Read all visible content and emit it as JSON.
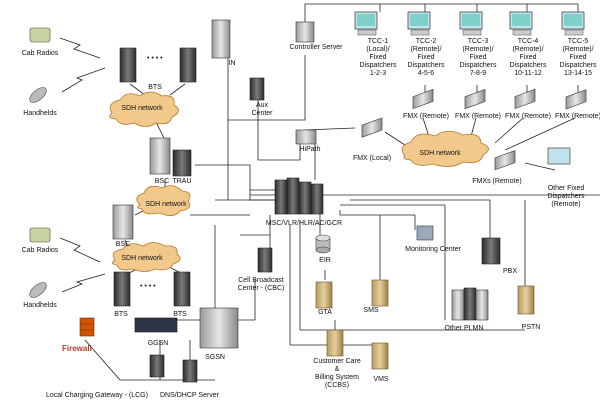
{
  "labels": {
    "cab_radios_top": "Cab Radios",
    "handhelds_top": "Handhelds",
    "cab_radios_bottom": "Cab Radios",
    "handhelds_bottom": "Handhelds",
    "bts_top": "BTS",
    "bts_bottom_left": "BTS",
    "bts_bottom_right": "BTS",
    "sdh_top": "SDH network",
    "sdh_mid": "SDH network",
    "sdh_bottom": "SDH network",
    "sdh_right": "SDH network",
    "bsc_top": "BSC",
    "trau": "TRAU",
    "bsc_bottom": "BSC",
    "in": "IN",
    "controller_server": "Controller Server",
    "aux_center": "Aux\nCenter",
    "hipath": "HiPath",
    "fmx_local": "FMX (Local)",
    "fmxs_remote": "FMXs (Remote)",
    "other_fixed": "Other Fixed\nDispatchers\n(Remote)",
    "msc": "MSC/VLR/HLR/AC/GCR",
    "eir": "EIR",
    "monitoring_center": "Monitoring Center",
    "pbx": "PBX",
    "cbc": "Cell Broadcast\nCenter - (CBC)",
    "gta": "GTA",
    "sms": "SMS",
    "other_plmn": "Other PLMN",
    "pstn": "PSTN",
    "firewall": "Firewall",
    "ggsn": "GGSN",
    "sgsn": "SGSN",
    "customer_care": "Customer Care\n&\nBilling System\n(CCBS)",
    "vms": "VMS",
    "lcg": "Local Charging Gateway - (LCG)",
    "dns": "DNS/DHCP Server",
    "dots_top": "• • • •",
    "dots_bottom": "• • • •"
  },
  "tcc": [
    {
      "label": "TCC-1\n(Local)/\nFixed\nDispatchers\n1-2-3",
      "fmx": ""
    },
    {
      "label": "TCC-2\n(Remote)/\nFixed\nDispatchers\n4-5-6",
      "fmx": "FMX (Remote)"
    },
    {
      "label": "TCC-3\n(Remote)/\nFixed\nDispatchers\n7-8-9",
      "fmx": "FMX (Remote)"
    },
    {
      "label": "TCC-4\n(Remote)/\nFixed\nDispatchers\n10-11-12",
      "fmx": "FMX (Remote)"
    },
    {
      "label": "TCC-5\n(Remote)/\nFixed\nDispatchers\n13-14-15",
      "fmx": "FMX (Remote)"
    }
  ],
  "colors": {
    "line": "#222222",
    "cloud_fill": "#f3c98b",
    "cloud_stroke": "#b07a2a",
    "server_dark": "#3a3a3a",
    "server_light": "#c9c9c9",
    "firewall": "#d35400"
  }
}
